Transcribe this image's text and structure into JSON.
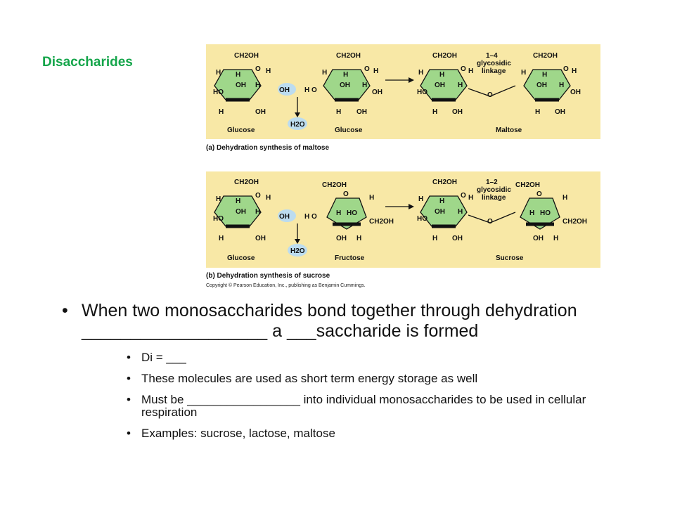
{
  "slide": {
    "title": "Disaccharides"
  },
  "figure": {
    "panel_a": {
      "caption": "(a) Dehydration synthesis of maltose",
      "labels": {
        "glucose1": "Glucose",
        "glucose2": "Glucose",
        "product": "Maltose",
        "water": "H2O",
        "linkage_line1": "1–4",
        "linkage_line2": "glycosidic",
        "linkage_line3": "linkage",
        "ch2oh": "CH2OH"
      }
    },
    "panel_b": {
      "caption": "(b) Dehydration synthesis of sucrose",
      "labels": {
        "glucose": "Glucose",
        "fructose": "Fructose",
        "product": "Sucrose",
        "water": "H2O",
        "linkage_line1": "1–2",
        "linkage_line2": "glycosidic",
        "linkage_line3": "linkage",
        "ch2oh": "CH2OH"
      }
    },
    "copyright": "Copyright © Pearson Education, Inc., publishing as Benjamin Cummings.",
    "colors": {
      "panel_background": "#f8e8a6",
      "ring_fill": "#9fd78a",
      "water_fill": "#bcdcef"
    }
  },
  "bullets": {
    "main": "When two monosaccharides bond together through dehydration ___________________ a ___saccharide is formed",
    "sub": [
      "Di = ___",
      "These molecules are used as short term energy storage as well",
      "Must be _________________ into individual monosaccharides to be used in cellular respiration",
      "Examples: sucrose, lactose, maltose"
    ]
  }
}
